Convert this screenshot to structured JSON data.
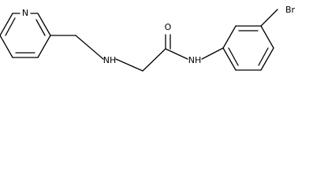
{
  "molecule": {
    "atoms": {
      "pyridine_n": "N",
      "amine_nh": "NH",
      "carbonyl_o": "O",
      "amide_nh": "NH",
      "bromine": "Br"
    }
  },
  "colors": {
    "bond": "#000000",
    "text": "#000000",
    "background": "#ffffff"
  }
}
